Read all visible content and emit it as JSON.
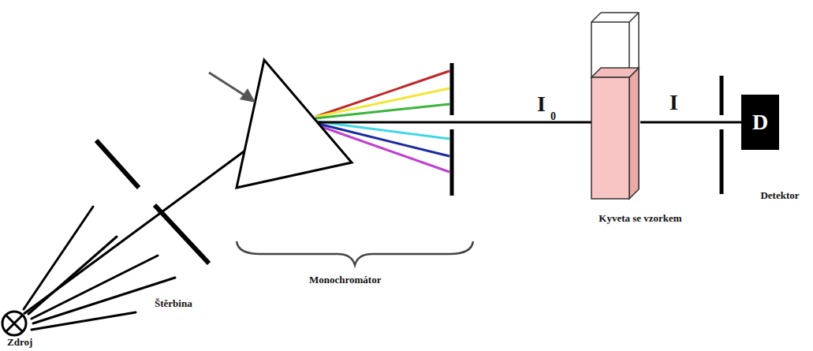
{
  "diagram": {
    "nodes": [
      {
        "text": [
          "Zdroj"
        ]
      },
      {
        "text": [
          "Kyveta se vzorkem"
        ]
      },
      {
        "text": [
          "D",
          "Detektor"
        ]
      }
    ],
    "edges": [
      {
        "from": 1,
        "to": 2,
        "arrow": "none"
      }
    ],
    "labels": [
      "Štěrbina",
      "Monochromátor",
      "I",
      "0",
      "I"
    ]
  }
}
